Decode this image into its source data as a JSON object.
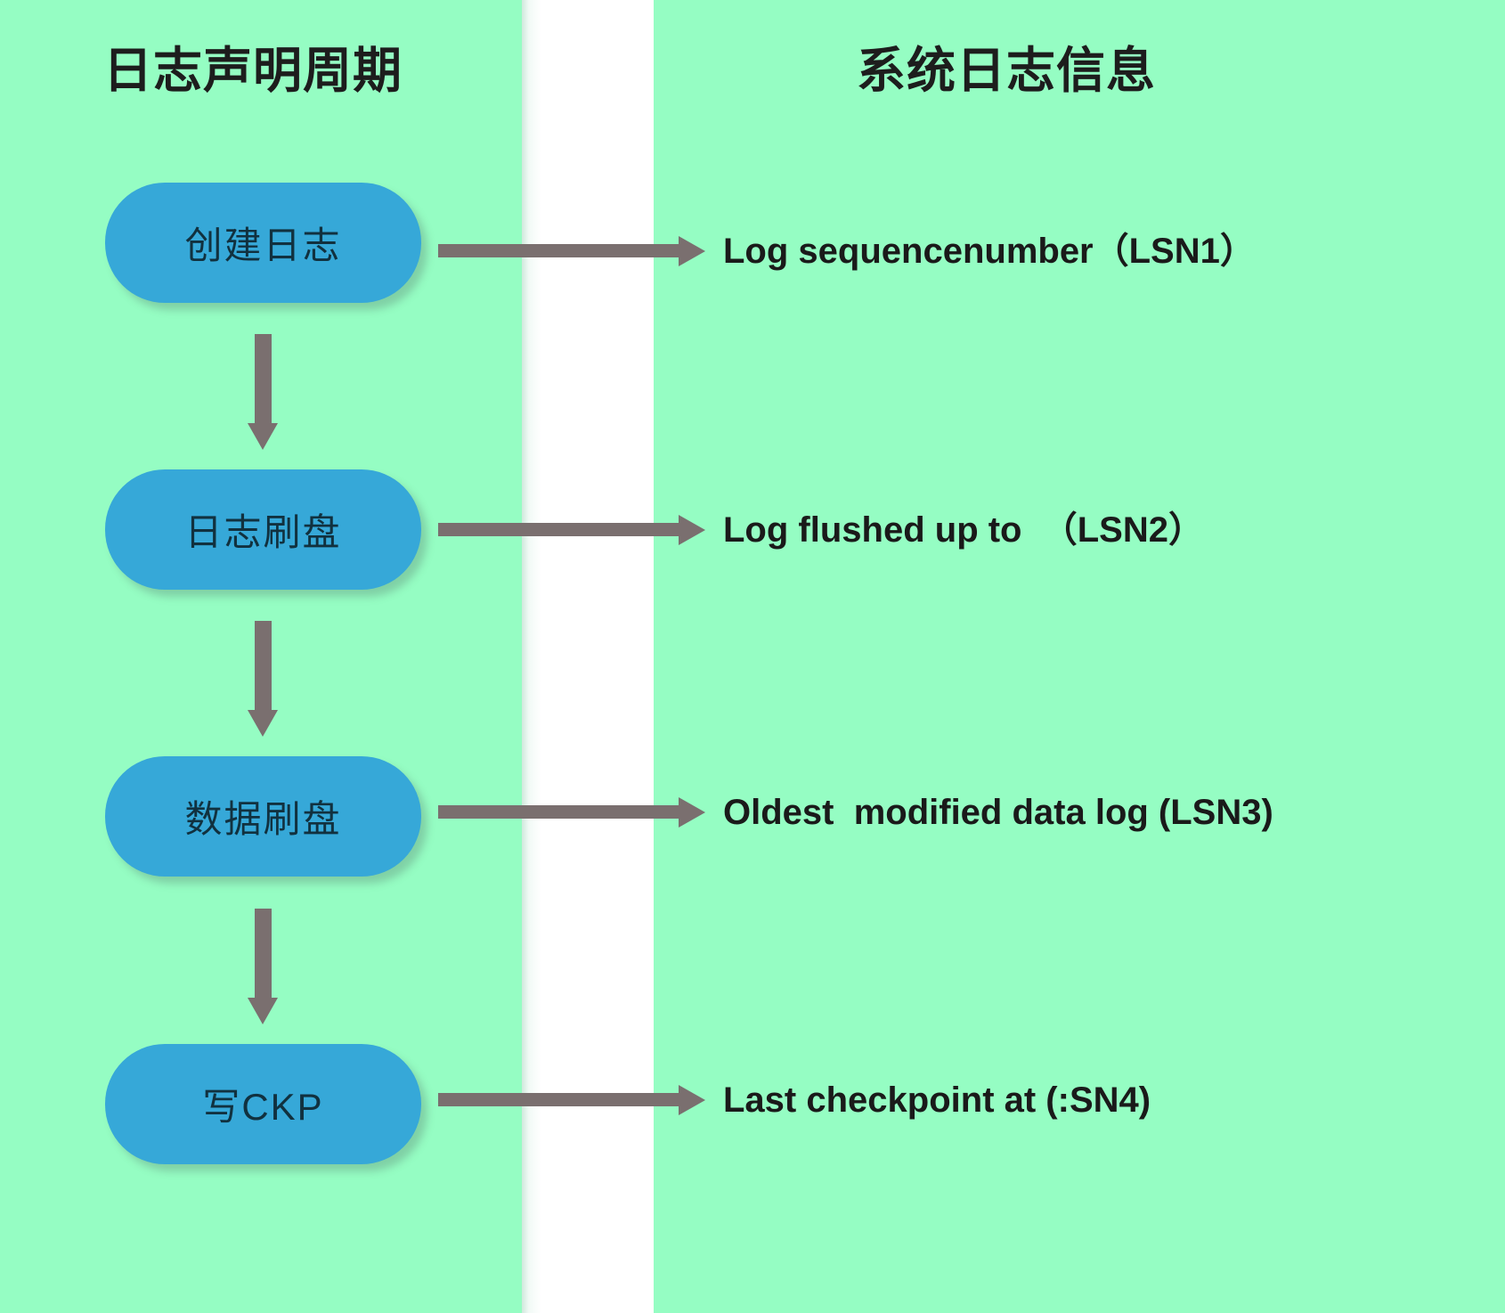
{
  "diagram": {
    "background_color": "#95fdc3",
    "node_color": "#36a8d8",
    "arrow_color": "#7a6f6f",
    "text_color": "#1a1a1a",
    "columns": {
      "left_title": "日志声明周期",
      "right_title": "系统日志信息"
    },
    "rows": [
      {
        "node_label": "创建日志",
        "log_message": "Log sequencenumber（LSN1）"
      },
      {
        "node_label": "日志刷盘",
        "log_message": "Log flushed up to  （LSN2）"
      },
      {
        "node_label": "数据刷盘",
        "log_message": "Oldest  modified data log (LSN3)"
      },
      {
        "node_label": "写CKP",
        "log_message": "Last checkpoint at (:SN4)"
      }
    ]
  }
}
